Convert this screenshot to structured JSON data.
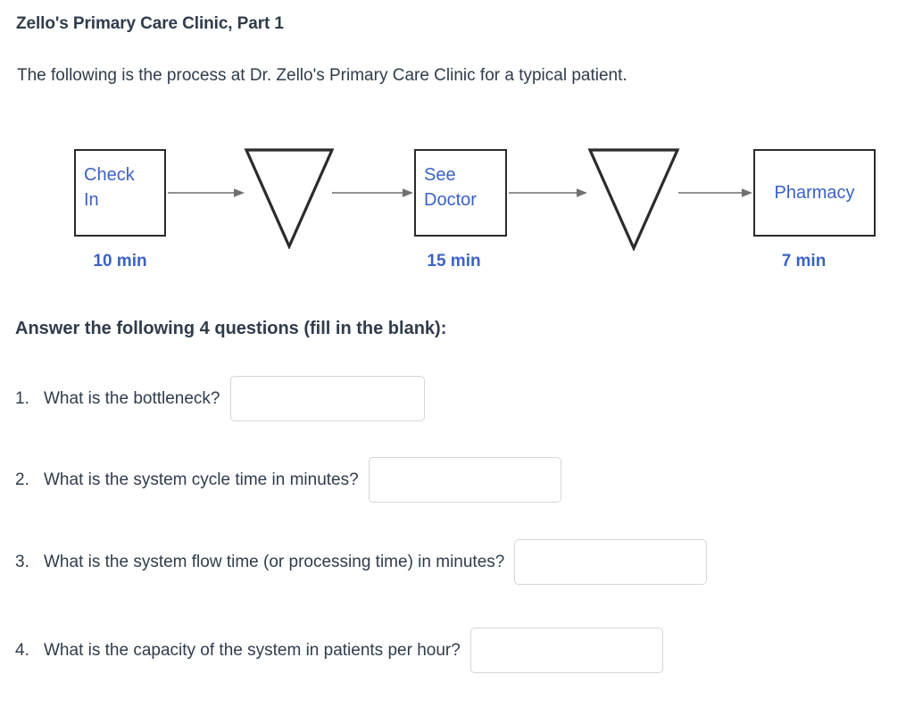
{
  "header": {
    "title": "Zello's Primary Care Clinic, Part 1",
    "intro": "The following is the process at Dr. Zello's Primary Care Clinic for a typical patient."
  },
  "diagram": {
    "accent_color": "#3b62c4",
    "outline_color": "#2b2b2b",
    "arrow_color": "#6f6f6f",
    "nodes": [
      {
        "type": "process",
        "label": "Check\nIn",
        "time_label": "10 min"
      },
      {
        "type": "buffer",
        "label": "",
        "time_label": ""
      },
      {
        "type": "process",
        "label": "See\nDoctor",
        "time_label": "15 min"
      },
      {
        "type": "buffer",
        "label": "",
        "time_label": ""
      },
      {
        "type": "process",
        "label": "Pharmacy",
        "time_label": "7 min"
      }
    ]
  },
  "questions_section": {
    "heading": "Answer the following 4 questions (fill in the blank):",
    "items": [
      {
        "number": "1.",
        "text": "What is the bottleneck?",
        "answer": "",
        "placeholder": ""
      },
      {
        "number": "2.",
        "text": "What is the system cycle time in minutes?",
        "answer": "",
        "placeholder": ""
      },
      {
        "number": "3.",
        "text": "What is the system flow time (or processing time) in minutes?",
        "answer": "",
        "placeholder": ""
      },
      {
        "number": "4.",
        "text": "What is the capacity of the system in patients per hour?",
        "answer": "",
        "placeholder": ""
      }
    ]
  }
}
